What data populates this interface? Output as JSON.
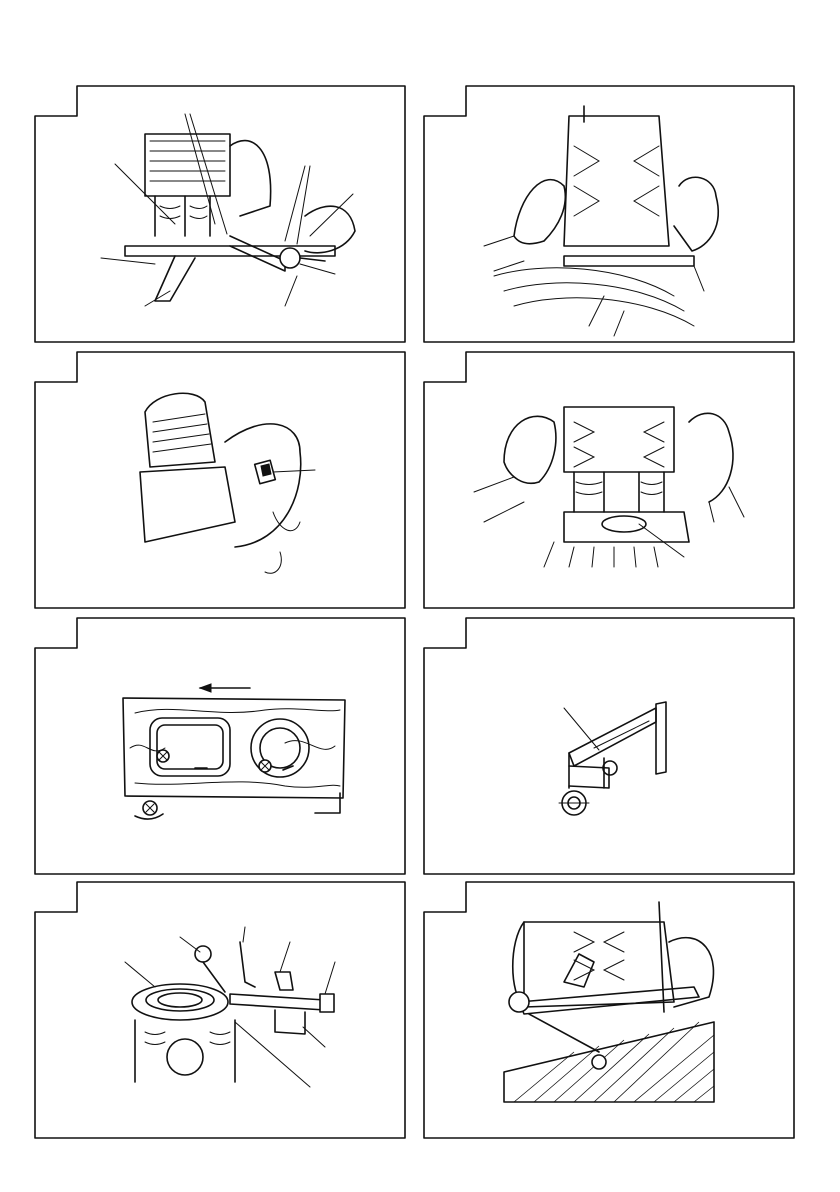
{
  "page": {
    "title": "",
    "figures": [
      {
        "id": "fig-1",
        "label": ""
      },
      {
        "id": "fig-2",
        "label": ""
      },
      {
        "id": "fig-3",
        "label": ""
      },
      {
        "id": "fig-4",
        "label": ""
      },
      {
        "id": "fig-5",
        "label": ""
      },
      {
        "id": "fig-6",
        "label": ""
      },
      {
        "id": "fig-7",
        "label": ""
      },
      {
        "id": "fig-8",
        "label": ""
      }
    ]
  },
  "icons": [
    "router-fence-adjust-illustration",
    "router-hands-on-workpiece-illustration",
    "router-switch-illustration",
    "router-base-hands-illustration",
    "feed-direction-wood-illustration",
    "straight-guide-accessory-illustration",
    "trimmer-guide-assembly-illustration",
    "router-edge-trimming-illustration"
  ]
}
